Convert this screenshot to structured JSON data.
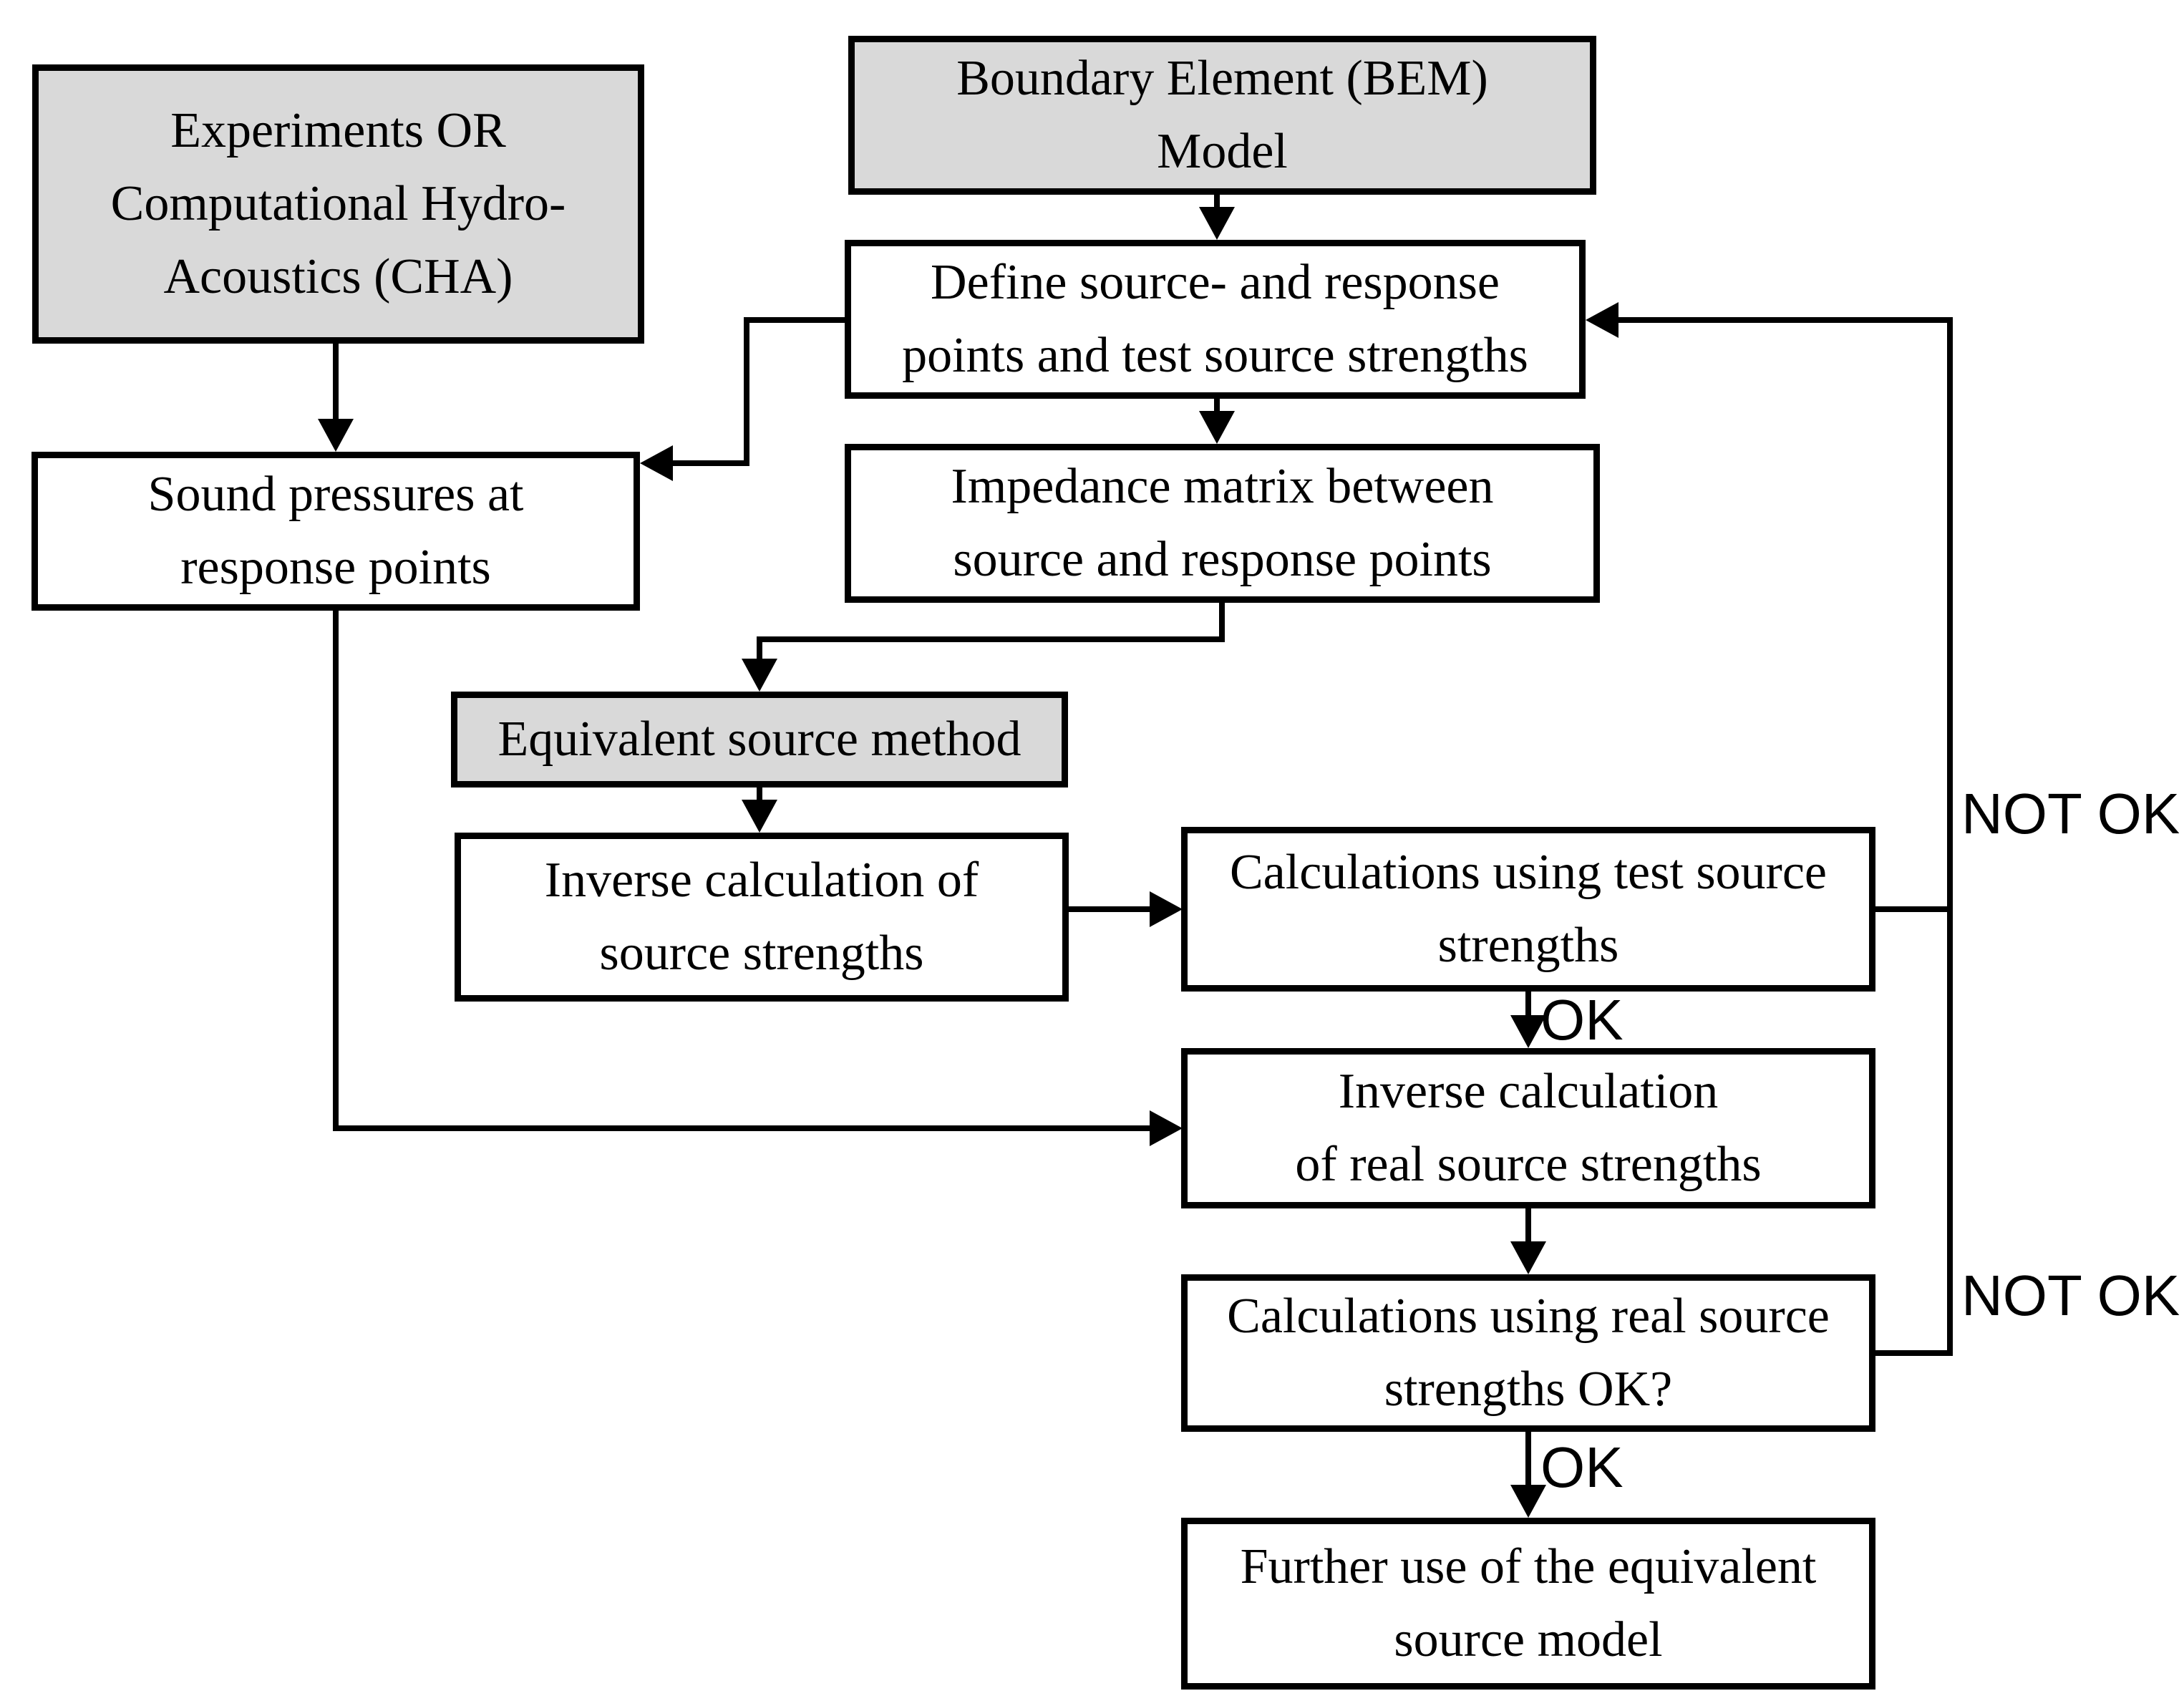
{
  "diagram": {
    "title": "Equivalent source method flowchart",
    "colors": {
      "highlight_fill": "#d9d9d9",
      "default_fill": "#ffffff",
      "line": "#000000"
    },
    "nodes": [
      {
        "id": "experiments-cha",
        "variant": "gray",
        "lines": [
          "Experiments OR",
          "Computational Hydro-",
          "Acoustics (CHA)"
        ]
      },
      {
        "id": "bem-model",
        "variant": "gray",
        "lines": [
          "Boundary Element (BEM)",
          "Model"
        ]
      },
      {
        "id": "define-points",
        "variant": "white",
        "lines": [
          "Define source- and response",
          "points and test source strengths"
        ]
      },
      {
        "id": "sound-pressures",
        "variant": "white",
        "lines": [
          "Sound pressures at",
          "response points"
        ]
      },
      {
        "id": "impedance-matrix",
        "variant": "white",
        "lines": [
          "Impedance matrix between",
          "source and response points"
        ]
      },
      {
        "id": "equivalent-source-method",
        "variant": "gray",
        "lines": [
          "Equivalent source method"
        ]
      },
      {
        "id": "inverse-calc-test",
        "variant": "white",
        "lines": [
          "Inverse calculation of",
          "source strengths"
        ]
      },
      {
        "id": "calc-test-strengths",
        "variant": "white",
        "lines": [
          "Calculations using test source",
          "strengths"
        ]
      },
      {
        "id": "inverse-calc-real",
        "variant": "white",
        "lines": [
          "Inverse calculation",
          "of real source strengths"
        ]
      },
      {
        "id": "calc-real-strengths",
        "variant": "white",
        "lines": [
          "Calculations using real source",
          "strengths OK?"
        ]
      },
      {
        "id": "further-use",
        "variant": "white",
        "lines": [
          "Further use of the equivalent",
          "source model"
        ]
      }
    ],
    "labels": {
      "not_ok_top": {
        "text": "NOT OK"
      },
      "ok_test": {
        "text": "OK"
      },
      "not_ok_bottom": {
        "text": "NOT OK"
      },
      "ok_real": {
        "text": "OK"
      }
    },
    "edges": [
      {
        "from": "experiments-cha",
        "to": "sound-pressures",
        "label": ""
      },
      {
        "from": "bem-model",
        "to": "define-points",
        "label": ""
      },
      {
        "from": "define-points",
        "to": "impedance-matrix",
        "label": ""
      },
      {
        "from": "define-points",
        "to": "sound-pressures",
        "label": ""
      },
      {
        "from": "impedance-matrix",
        "to": "equivalent-source-method",
        "label": ""
      },
      {
        "from": "equivalent-source-method",
        "to": "inverse-calc-test",
        "label": ""
      },
      {
        "from": "inverse-calc-test",
        "to": "calc-test-strengths",
        "label": ""
      },
      {
        "from": "calc-test-strengths",
        "to": "inverse-calc-real",
        "label": "OK"
      },
      {
        "from": "calc-test-strengths",
        "to": "define-points",
        "label": "NOT OK"
      },
      {
        "from": "sound-pressures",
        "to": "inverse-calc-real",
        "label": ""
      },
      {
        "from": "inverse-calc-real",
        "to": "calc-real-strengths",
        "label": ""
      },
      {
        "from": "calc-real-strengths",
        "to": "further-use",
        "label": "OK"
      },
      {
        "from": "calc-real-strengths",
        "to": "define-points",
        "label": "NOT OK"
      }
    ]
  }
}
